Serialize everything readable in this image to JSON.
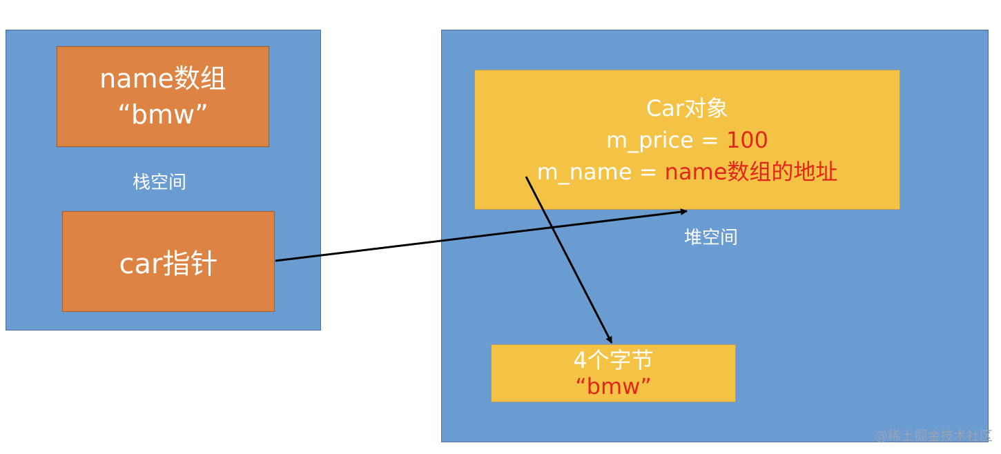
{
  "stack": {
    "label": "栈空间",
    "name_array": {
      "line1": "name数组",
      "line2": "“bmw”"
    },
    "car_pointer": "car指针"
  },
  "heap": {
    "label": "堆空间",
    "car_object": {
      "title": "Car对象",
      "price_key": "m_price = ",
      "price_value": "100",
      "name_key": "m_name = ",
      "name_value": "name数组的地址"
    },
    "bytes_box": {
      "line1": "4个字节",
      "line2": "“bmw”"
    }
  },
  "watermark": "@稀土掘金技术社区",
  "colors": {
    "region_blue": "#6a9bd1",
    "orange": "#dd8444",
    "yellow": "#f4c244",
    "highlight_red": "#e3261c",
    "text_white": "#ffffff"
  }
}
